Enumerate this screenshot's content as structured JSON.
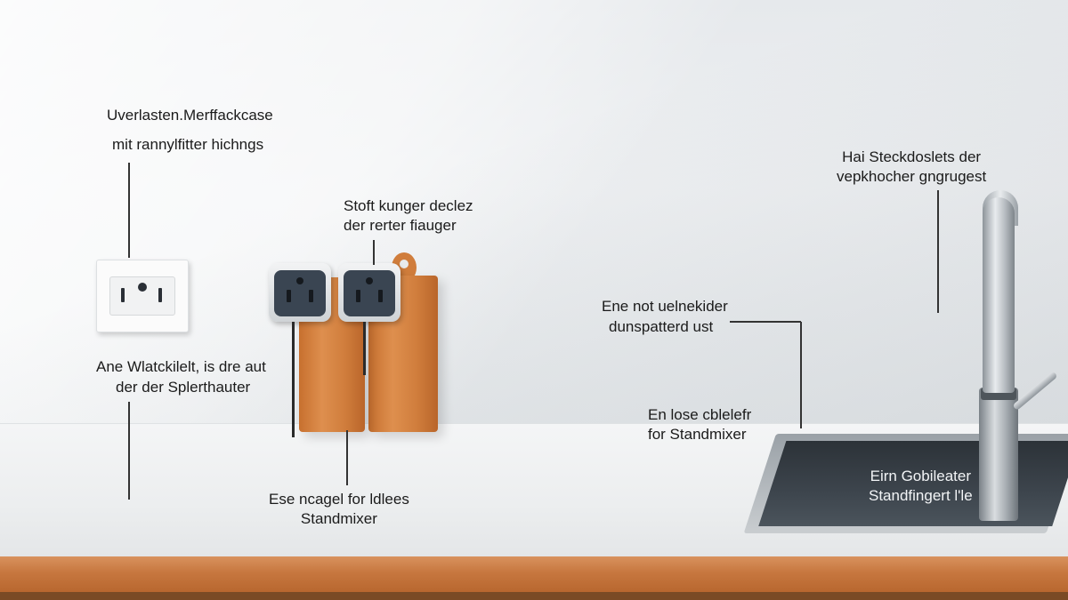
{
  "labels": {
    "top_left_line1": "Uverlasten.Merffackcase",
    "top_left_line2": "mit rannylfitter hichngs",
    "center_top_line1": "Stoft kunger declez",
    "center_top_line2": "der rerter fiauger",
    "top_right_line1": "Hai Steckdoslets der",
    "top_right_line2": "vepkhocher gngrugest",
    "mid_left_line1": "Ane Wlatckilelt, is dre aut",
    "mid_left_line2": "der der Splerthauter",
    "mid_right_line1": "Ene not uelnekider",
    "mid_right_line2": "dunspatterd ust",
    "lower_right_line1": "En lose cblelefr",
    "lower_right_line2": "for Standmixer",
    "bottom_center_line1": "Ese ncagel for ldlees",
    "bottom_center_line2": "Standmixer",
    "sink_line1": "Eirn Gobileater",
    "sink_line2": "Standfingert l'le"
  }
}
